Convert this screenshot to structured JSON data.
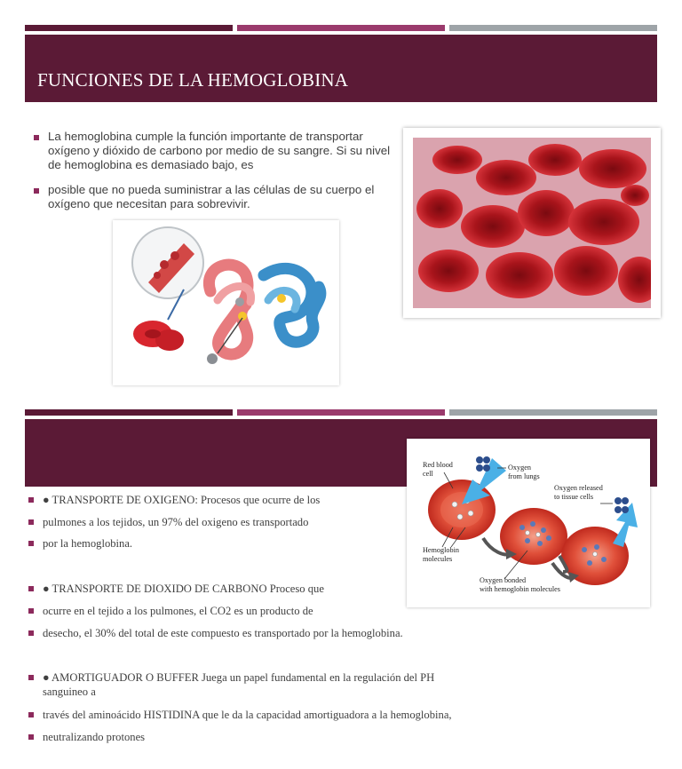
{
  "slide1": {
    "title": "FUNCIONES DE LA HEMOGLOBINA",
    "bullets": [
      "La hemoglobina cumple la función importante de transportar oxígeno y dióxido de carbono por medio de su sangre. Si su nivel de hemoglobina es demasiado bajo, es",
      "posible que no pueda suministrar a las células de su cuerpo el oxígeno que necesitan para sobrevivir."
    ]
  },
  "slide2": {
    "lines": [
      "● TRANSPORTE DE OXIGENO: Procesos que ocurre de los",
      "pulmones a los tejidos, un 97% del oxigeno es transportado",
      "por la hemoglobina.",
      "● TRANSPORTE DE DIOXIDO DE CARBONO Proceso que",
      "ocurre en el tejido a los pulmones, el CO2 es un producto de",
      "desecho, el 30% del total de este compuesto es transportado por la hemoglobina.",
      "● AMORTIGUADOR O BUFFER Juega un papel fundamental en la regulación del PH",
      "sanguineo a",
      "través del aminoácido HISTIDINA que le da la capacidad amortiguadora a la hemoglobina,",
      "neutralizando protones"
    ],
    "diagram": {
      "red_blood_cell_label": [
        "Red blood",
        "cell"
      ],
      "oxygen_lungs_label": [
        "Oxygen",
        "from lungs"
      ],
      "oxygen_released_label": [
        "Oxygen released",
        "to tissue cells"
      ],
      "hemoglobin_label": [
        "Hemoglobin",
        "molecules"
      ],
      "oxygen_bonded_label": [
        "Oxygen bonded",
        "with hemoglobin molecules"
      ]
    }
  },
  "colors": {
    "banner": "#5b1a36",
    "stripe_dark": "#5b1a36",
    "stripe_mid": "#9a3a6c",
    "stripe_gray": "#9ea4a8",
    "bullet": "#8c2a5c"
  }
}
